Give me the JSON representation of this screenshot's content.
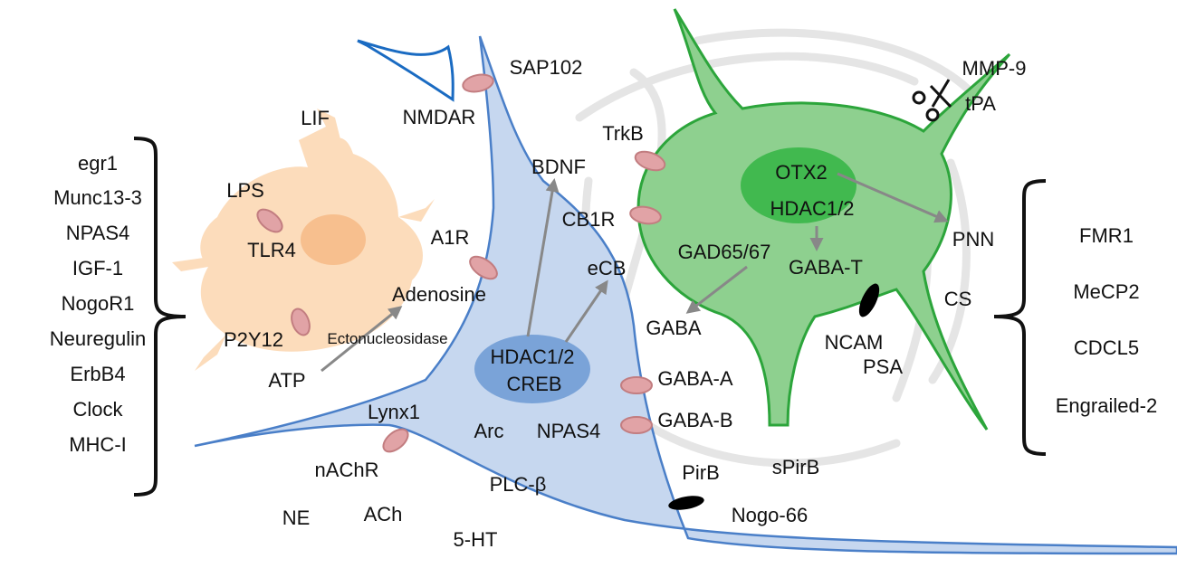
{
  "colors": {
    "neuron_fill": "#c6d7ef",
    "neuron_stroke": "#4a7fc8",
    "nucleus_fill": "#7aa3d8",
    "interneuron_fill": "#8ed08f",
    "interneuron_stroke": "#2ca53b",
    "interneuron_nucleus": "#41b94f",
    "glia_fill": "#fcdcbb",
    "glia_nucleus": "#f7bf8e",
    "receptor_fill": "#e1a3a6",
    "receptor_stroke": "#c27d80",
    "arrow": "#888888",
    "bracket": "#111111",
    "pnn_lines": "#e5e5e5"
  },
  "icons": {
    "scissors": "scissors-icon"
  },
  "left_list": [
    "egr1",
    "Munc13-3",
    "NPAS4",
    "IGF-1",
    "NogoR1",
    "Neuregulin",
    "ErbB4",
    "Clock",
    "MHC-I"
  ],
  "right_list": [
    "FMR1",
    "MeCP2",
    "CDCL5",
    "Engrailed-2"
  ],
  "labels": {
    "lif": "LIF",
    "lps": "LPS",
    "tlr4": "TLR4",
    "p2y12": "P2Y12",
    "atp": "ATP",
    "adenosine": "Adenosine",
    "ectonucleosidase": "Ectonucleosidase",
    "a1r": "A1R",
    "nmdar": "NMDAR",
    "sap102": "SAP102",
    "bdnf": "BDNF",
    "trkb": "TrkB",
    "cb1r": "CB1R",
    "ecb": "eCB",
    "hdac_creb_1": "HDAC1/2",
    "hdac_creb_2": "CREB",
    "gaba_a": "GABA-A",
    "gaba_b": "GABA-B",
    "arc": "Arc",
    "npas4": "NPAS4",
    "lynx1": "Lynx1",
    "nachr": "nAChR",
    "plc": "PLC-β",
    "ne": "NE",
    "ach": "ACh",
    "ht5": "5-HT",
    "pirb": "PirB",
    "spirb": "sPirB",
    "nogo66": "Nogo-66",
    "otx2": "OTX2",
    "hdac_inter": "HDAC1/2",
    "gad": "GAD65/67",
    "gaba_t": "GABA-T",
    "gaba": "GABA",
    "pnn": "PNN",
    "cs": "CS",
    "ncam": "NCAM",
    "psa": "PSA",
    "mmp9": "MMP-9",
    "tpa": "tPA"
  }
}
